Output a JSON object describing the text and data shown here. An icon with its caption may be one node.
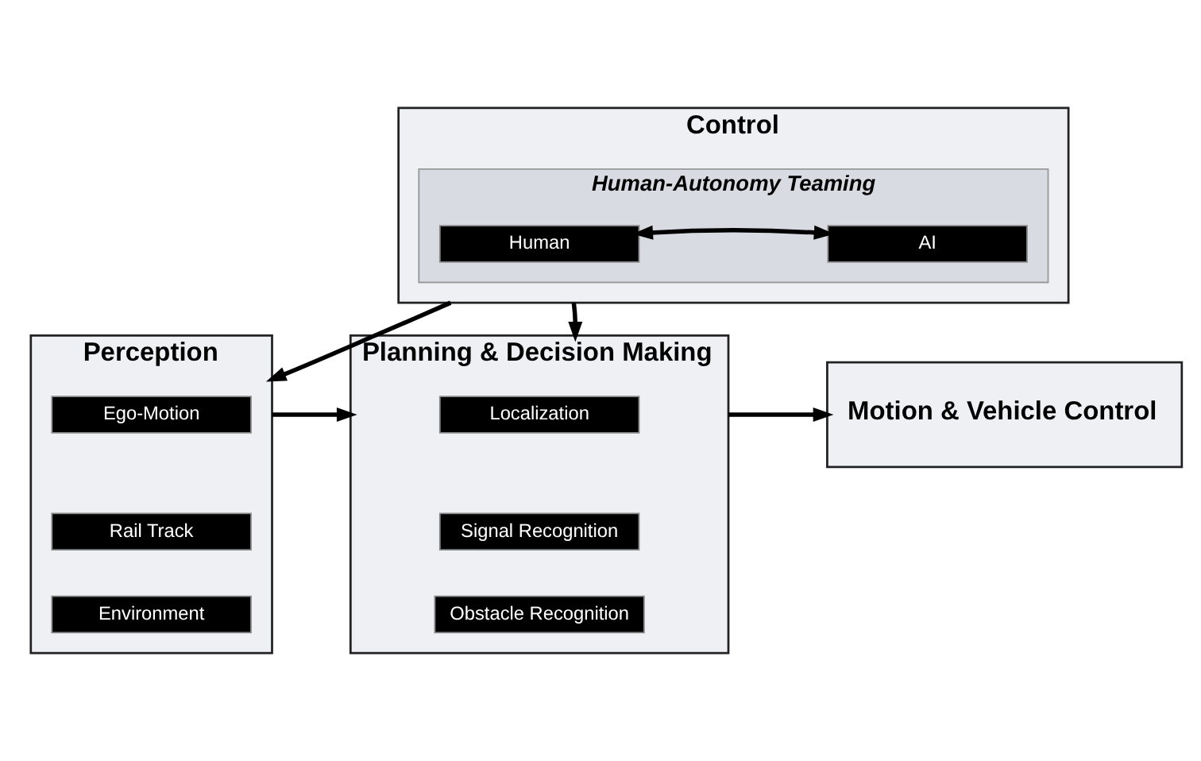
{
  "diagram": {
    "nodes": [
      {
        "text": [
          "Control"
        ]
      },
      {
        "text": [
          "Human-Autonomy Teaming"
        ],
        "in": 0
      },
      {
        "text": [
          "Human"
        ],
        "in": 1
      },
      {
        "text": [
          "AI"
        ],
        "in": 1
      },
      {
        "text": [
          "Perception"
        ]
      },
      {
        "text": [
          "Ego-Motion"
        ],
        "in": 4
      },
      {
        "text": [
          "Rail Track"
        ],
        "in": 4
      },
      {
        "text": [
          "Environment"
        ],
        "in": 4
      },
      {
        "text": [
          "Planning & Decision Making"
        ]
      },
      {
        "text": [
          "Localization"
        ],
        "in": 8
      },
      {
        "text": [
          "Signal Recognition"
        ],
        "in": 8
      },
      {
        "text": [
          "Obstacle Recognition"
        ],
        "in": 8
      },
      {
        "text": [
          "Motion & Vehicle Control"
        ]
      }
    ],
    "edges": [
      {
        "from": 2,
        "to": 3,
        "arrow": "both"
      },
      {
        "from": 0,
        "to": 4,
        "arrow": "to"
      },
      {
        "from": 0,
        "to": 8,
        "arrow": "to"
      },
      {
        "from": 4,
        "to": 8,
        "arrow": "to"
      },
      {
        "from": 8,
        "to": 12,
        "arrow": "to"
      }
    ]
  }
}
